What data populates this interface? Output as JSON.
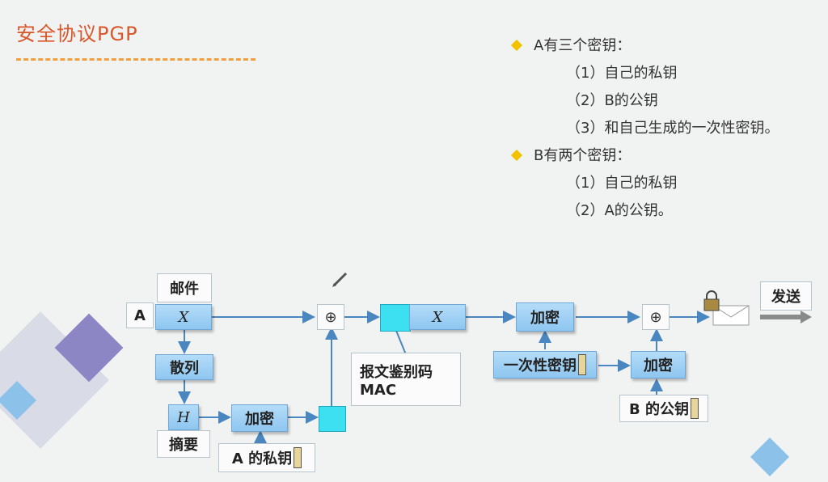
{
  "title": "安全协议PGP",
  "bullets": {
    "a_head": "A有三个密钥：",
    "a_items": [
      "（1）自己的私钥",
      "（2）B的公钥",
      "（3）和自己生成的一次性密钥。"
    ],
    "b_head": "B有两个密钥：",
    "b_items": [
      "（1）自己的私钥",
      "（2）A的公钥。"
    ]
  },
  "diagram": {
    "mail": "邮件",
    "a": "A",
    "x": "X",
    "hash": "散列",
    "h": "H",
    "digest": "摘要",
    "encrypt1": "加密",
    "a_private_key": "A 的私钥",
    "xor_symbol": "⊕",
    "mac_line1": "报文鉴别码",
    "mac_line2": "MAC",
    "x2": "X",
    "encrypt2": "加密",
    "onetime_key": "一次性密钥",
    "encrypt3": "加密",
    "b_public_key": "B 的公钥",
    "send": "发送"
  },
  "colors": {
    "title": "#d9572b",
    "bullet": "#f2c200",
    "box_blue": "#8ec6f0",
    "mac_cyan": "#3ce0f0",
    "arrow": "#4a86c0"
  },
  "icons": [
    "pen-icon",
    "key-icon",
    "lock-icon",
    "envelope-icon",
    "bullet-diamond-icon"
  ]
}
